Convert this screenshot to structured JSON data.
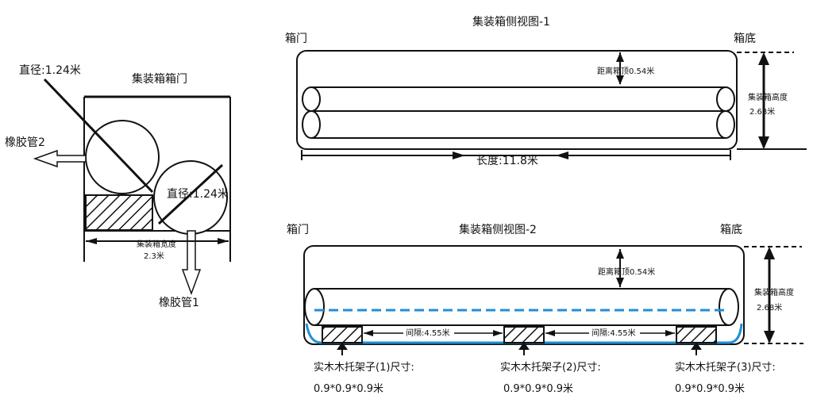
{
  "front": {
    "title": "集装箱箱门",
    "diameter_1": "直径:1.24米",
    "diameter_2": "直径:1.24米",
    "hose_2": "橡胶管2",
    "hose_1": "橡胶管1",
    "width_label": "集装箱宽度",
    "width_value": "2.3米"
  },
  "side1": {
    "title": "集装箱侧视图-1",
    "door": "箱门",
    "bottom": "箱底",
    "top_gap": "距离箱顶0.54米",
    "height_label": "集装箱高度",
    "height_value": "2.68米",
    "length": "长度:11.8米"
  },
  "side2": {
    "title": "集装箱侧视图-2",
    "door": "箱门",
    "bottom": "箱底",
    "top_gap": "距离箱顶0.54米",
    "height_label": "集装箱高度",
    "height_value": "2.68米",
    "gap_1": "间隔:4.55米",
    "gap_2": "间隔:4.55米",
    "pallet_1": "实木木托架子(1)尺寸:",
    "pallet_2": "实木木托架子(2)尺寸:",
    "pallet_3": "实木木托架子(3)尺寸:",
    "pallet_size_1": "0.9*0.9*0.9米",
    "pallet_size_2": "0.9*0.9*0.9米",
    "pallet_size_3": "0.9*0.9*0.9米"
  },
  "colors": {
    "line": "#111111",
    "water": "#1f8fd6"
  }
}
